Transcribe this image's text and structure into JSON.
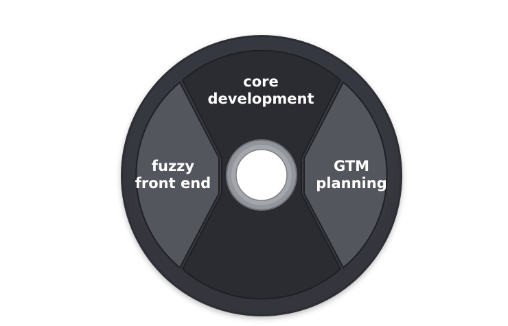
{
  "segments": {
    "top": {
      "line1": "core",
      "line2": "development"
    },
    "left": {
      "line1": "fuzzy",
      "line2": "front end"
    },
    "right": {
      "line1": "GTM",
      "line2": "planning"
    }
  },
  "colors": {
    "rim": "#393b43",
    "center_panel": "#2b2c32",
    "side_panel": "#54565d",
    "hub_ring": "#92959b",
    "hub_hole": "#ffffff",
    "label_text": "#ffffff"
  }
}
